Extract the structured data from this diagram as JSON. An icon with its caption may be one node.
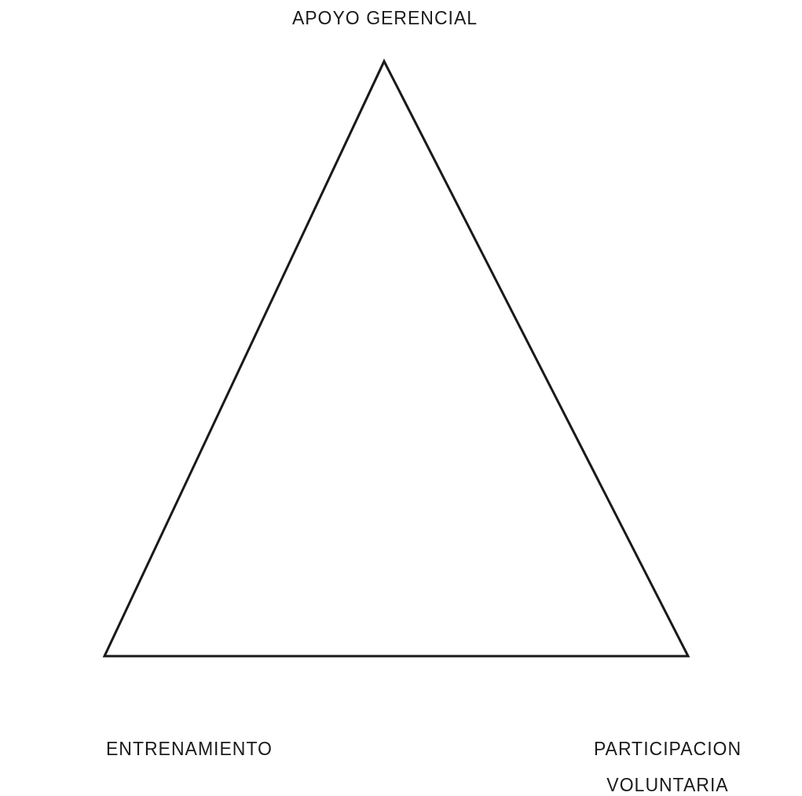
{
  "diagram": {
    "labels": [
      "APOYO GERENCIAL",
      "ENTRENAMIENTO",
      "PARTICIPACION VOLUNTARIA"
    ]
  }
}
